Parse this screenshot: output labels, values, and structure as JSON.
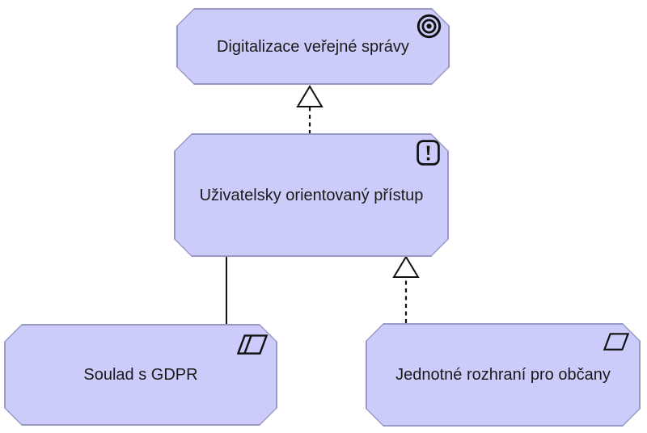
{
  "diagram": {
    "kind": "archimate-motivation-view",
    "colors": {
      "element_fill": "#ccccfa",
      "element_border": "#9898c2",
      "relation_line": "#111111",
      "text": "#1a1a1a",
      "background": "#ffffff"
    },
    "elements": [
      {
        "name": "Digitalizace veřejné správy",
        "type": "goal",
        "icon": "goal-icon"
      },
      {
        "name": "Uživatelsky orientovaný přístup",
        "type": "principle",
        "icon": "principle-icon"
      },
      {
        "name": "Soulad s GDPR",
        "type": "constraint",
        "icon": "constraint-icon"
      },
      {
        "name": "Jednotné rozhraní pro občany",
        "type": "requirement",
        "icon": "requirement-icon"
      }
    ],
    "relations": [
      {
        "type": "realization",
        "from": "Uživatelsky orientovaný přístup",
        "to": "Digitalizace veřejné správy",
        "style": "dashed-line-hollow-triangle"
      },
      {
        "type": "association",
        "from": "Uživatelsky orientovaný přístup",
        "to": "Soulad s GDPR",
        "style": "solid-line"
      },
      {
        "type": "realization",
        "from": "Jednotné rozhraní pro občany",
        "to": "Uživatelsky orientovaný přístup",
        "style": "dashed-line-hollow-triangle"
      }
    ]
  }
}
